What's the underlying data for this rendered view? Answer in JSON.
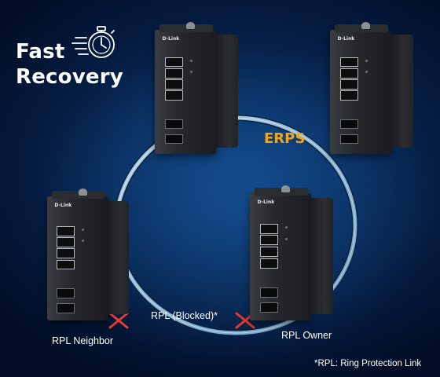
{
  "title": {
    "line1": "Fast",
    "line2": "Recovery"
  },
  "ring_label": "ERPS",
  "labels": {
    "neighbor": "RPL Neighbor",
    "blocked": "RPL (Blocked)*",
    "owner": "RPL Owner",
    "footnote": "*RPL: Ring Protection Link"
  },
  "brand": "D-Link",
  "colors": {
    "accent_orange": "#f2a516",
    "ring": "#9cc2de",
    "block_mark": "#e63a2e",
    "text": "#ffffff"
  },
  "icons": [
    "stopwatch-icon",
    "blocked-link-icon"
  ]
}
